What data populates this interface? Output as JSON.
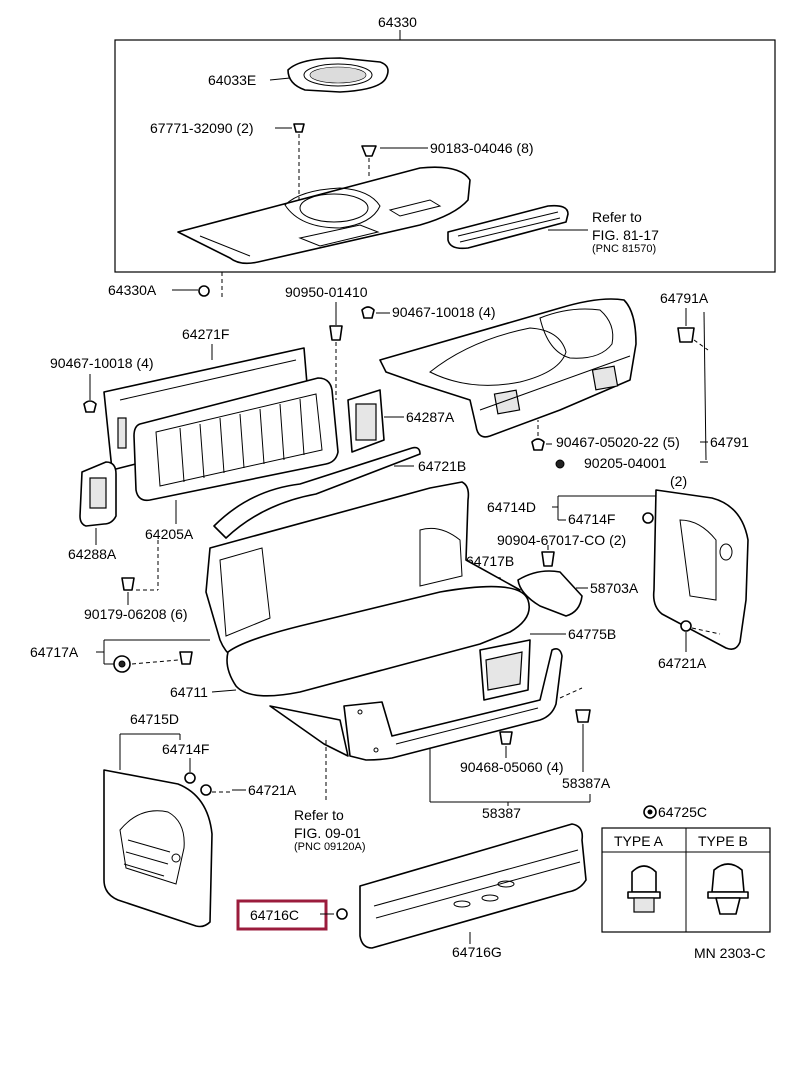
{
  "labels": {
    "p64330": "64330",
    "p64033E": "64033E",
    "p67771": "67771-32090 (2)",
    "p90183": "90183-04046 (8)",
    "refer1_a": "Refer to",
    "refer1_b": "FIG. 81-17",
    "refer1_c": "(PNC 81570)",
    "p64330A": "64330A",
    "p90950": "90950-01410",
    "p90467top": "90467-10018 (4)",
    "p64791A": "64791A",
    "p64271F": "64271F",
    "p90467left": "90467-10018 (4)",
    "p64287A": "64287A",
    "p90467_05020": "90467-05020-22 (5)",
    "p64791": "64791",
    "p90205": "90205-04001",
    "p64721B": "64721B",
    "p2a": "(2)",
    "p64714D": "64714D",
    "p64714F_r": "64714F",
    "p90904": "90904-67017-CO (2)",
    "p64288A": "64288A",
    "p64205A": "64205A",
    "p64717B": "64717B",
    "p58703A": "58703A",
    "p90179": "90179-06208 (6)",
    "p64717A": "64717A",
    "p64775B": "64775B",
    "p64721A_r": "64721A",
    "p64711": "64711",
    "p64715D": "64715D",
    "p64714F_l": "64714F",
    "p90468": "90468-05060 (4)",
    "p64721A_l": "64721A",
    "p58387A": "58387A",
    "refer2_a": "Refer to",
    "refer2_b": "FIG. 09-01",
    "refer2_c": "(PNC 09120A)",
    "p58387": "58387",
    "p64725C": "64725C",
    "typeA": "TYPE A",
    "typeB": "TYPE B",
    "p64716C": "64716C",
    "p64716G": "64716G",
    "code": "MN 2303-C"
  },
  "highlight_color": "#9b1c3c"
}
